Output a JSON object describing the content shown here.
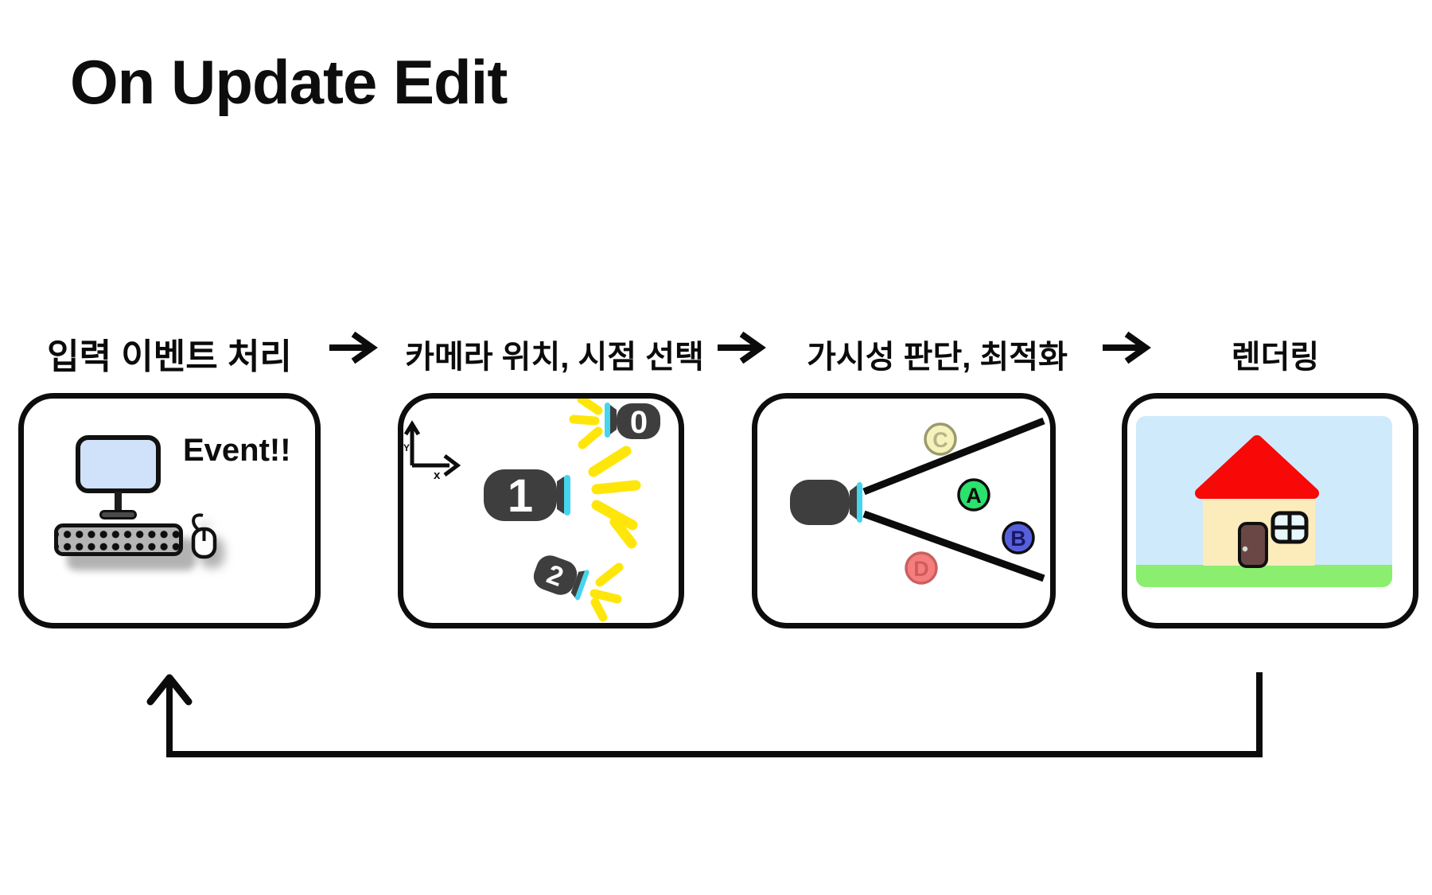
{
  "page": {
    "title": "On Update Edit"
  },
  "flow": {
    "steps": [
      {
        "label": "입력 이벤트 처리"
      },
      {
        "label": "카메라 위치, 시점 선택"
      },
      {
        "label": "가시성 판단, 최적화"
      },
      {
        "label": "렌더링"
      }
    ],
    "arrow_icon": "right-arrow",
    "loop_icon": "feedback-up-arrow"
  },
  "input_stage": {
    "event_label": "Event!!",
    "icons": [
      "monitor-icon",
      "keyboard-icon",
      "mouse-icon"
    ]
  },
  "camera_stage": {
    "axis": {
      "y_label": "Y",
      "x_label": "x"
    },
    "cameras": [
      {
        "id": "0"
      },
      {
        "id": "1"
      },
      {
        "id": "2"
      }
    ],
    "flash_color": "#FFE60A"
  },
  "visibility_stage": {
    "objects": [
      {
        "id": "A",
        "color": "#2BE26C",
        "in_view": true
      },
      {
        "id": "B",
        "color": "#5660DD",
        "in_view": true
      },
      {
        "id": "C",
        "color": "#F6F2BB",
        "in_view": false
      },
      {
        "id": "D",
        "color": "#F57D7D",
        "in_view": false
      }
    ]
  },
  "render_stage": {
    "icons": [
      "house-icon"
    ],
    "sky_color": "#CFEAFB",
    "grass_color": "#8BEE6F",
    "roof_color": "#F90808",
    "wall_color": "#FCECBC",
    "door_color": "#6A4745"
  },
  "colors": {
    "ink": "#0D0D0D",
    "camera_body": "#3E3E3E",
    "lens_cyan": "#45D5EE",
    "screen_blue": "#D0E2F9"
  }
}
